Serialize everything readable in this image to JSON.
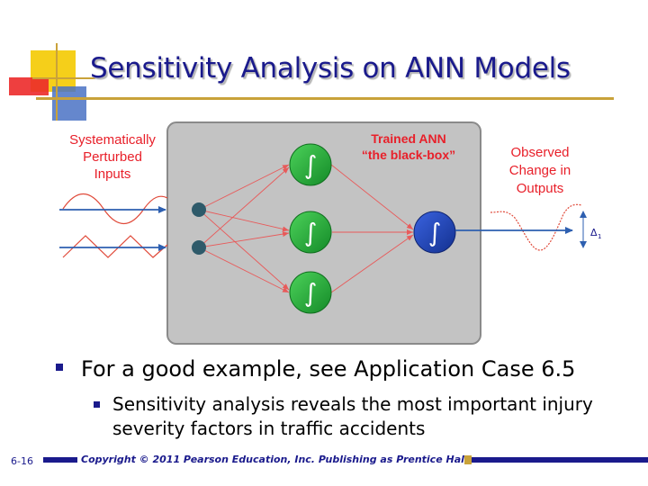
{
  "slide": {
    "title": "Sensitivity Analysis on ANN Models",
    "bullet_1": "For a good example, see Application Case 6.5",
    "bullet_2": "Sensitivity analysis reveals the most important injury severity factors in traffic accidents",
    "slide_number": "6-16",
    "copyright": "Copyright © 2011 Pearson Education, Inc. Publishing as Prentice Hall"
  },
  "diagram": {
    "inputs_label": [
      "Systematically",
      "Perturbed",
      "Inputs"
    ],
    "box_label": [
      "Trained ANN",
      "“the black-box”"
    ],
    "outputs_label": [
      "Observed",
      "Change in",
      "Outputs"
    ],
    "delta_label": "Δ",
    "delta_sub": "1",
    "neuron_symbol": "∫",
    "colors": {
      "label_red": "#e8202a",
      "box_fill": "#c3c3c3",
      "box_stroke": "#8a8a8a",
      "hidden_neuron": "#22a33a",
      "output_neuron": "#1f3fbf",
      "input_node": "#2e5a6a",
      "connection": "#e85a5a",
      "input_arrow": "#2d5fb0",
      "wave": "#e04a3a",
      "title": "#1a1a8c"
    }
  }
}
